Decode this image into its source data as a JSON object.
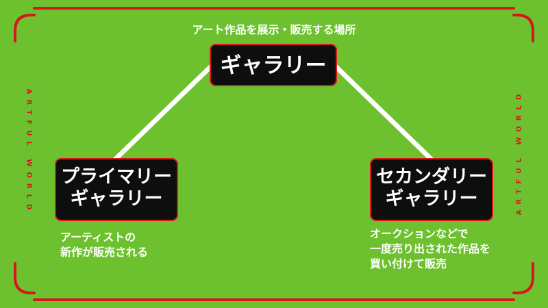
{
  "subtitle": "アート作品を展示・販売する場所",
  "side_text": "ARTFUL WORLD",
  "nodes": {
    "top": {
      "lines": [
        "ギャラリー"
      ]
    },
    "left": {
      "lines": [
        "プライマリー",
        "ギャラリー"
      ]
    },
    "right": {
      "lines": [
        "セカンダリー",
        "ギャラリー"
      ]
    }
  },
  "descriptions": {
    "left": [
      "アーティストの",
      "新作が販売される"
    ],
    "right": [
      "オークションなどで",
      "一度売り出された作品を",
      "買い付けて販売"
    ]
  },
  "colors": {
    "background": "#6dc12f",
    "frame": "#d9141c",
    "node_fill": "#0e0e0e",
    "node_border": "#e0141c",
    "connector": "#ffffff",
    "text": "#ffffff"
  }
}
